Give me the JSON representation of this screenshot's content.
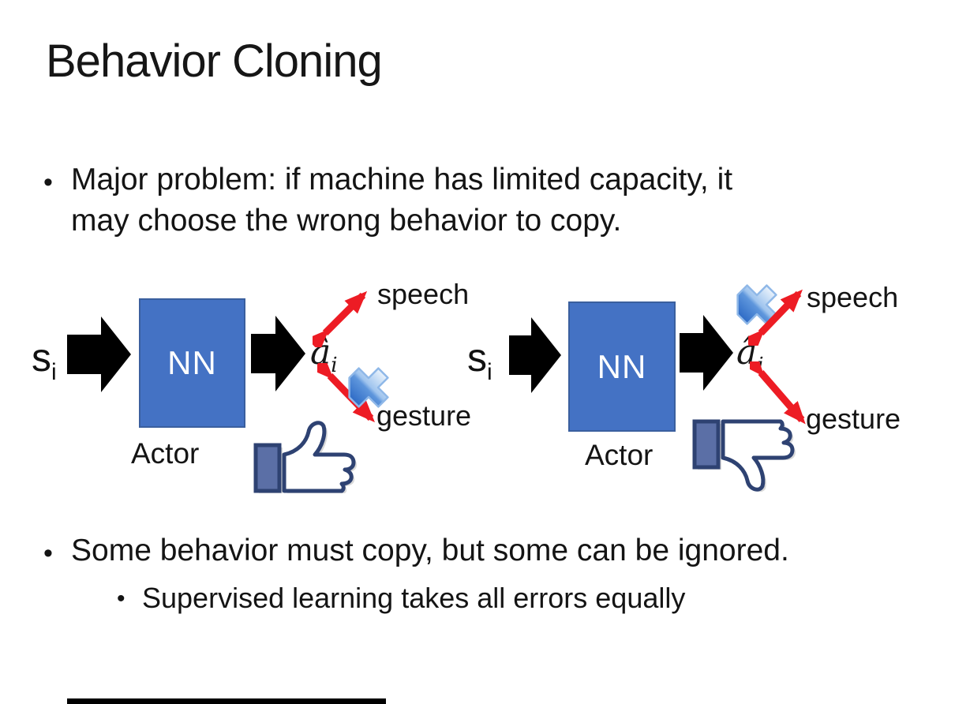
{
  "slide": {
    "title": "Behavior Cloning",
    "bullets": {
      "marker": "•",
      "b1_line1": "Major problem: if machine has limited capacity, it",
      "b1_line2": "may choose the wrong behavior to copy.",
      "b2": "Some behavior must copy, but some can be ignored.",
      "b2_sub": "Supervised learning takes all errors equally"
    }
  },
  "diagram_left": {
    "input_label": "s",
    "input_subscript": "i",
    "nn_label": "NN",
    "output_label": "â",
    "output_subscript": "i",
    "actor_label": "Actor",
    "speech_label": "speech",
    "gesture_label": "gesture",
    "crossed_out_branch": "gesture",
    "feedback_icon": "thumbs-up-icon"
  },
  "diagram_right": {
    "input_label": "s",
    "input_subscript": "i",
    "nn_label": "NN",
    "output_label": "â",
    "output_subscript": "i",
    "actor_label": "Actor",
    "speech_label": "speech",
    "gesture_label": "gesture",
    "crossed_out_branch": "speech",
    "feedback_icon": "thumbs-down-icon"
  },
  "colors": {
    "background": "#FFFFFF",
    "text": "#1A1A1A",
    "nn_fill": "#4472C4",
    "nn_border": "#3A5F9E",
    "block_arrow": "#000000",
    "relation_arrow": "#ED1C24",
    "cross_icon_blue": "#3577D4",
    "thumb_outline": "#2E4272",
    "thumb_cuff_fill": "#5B6FA6"
  }
}
